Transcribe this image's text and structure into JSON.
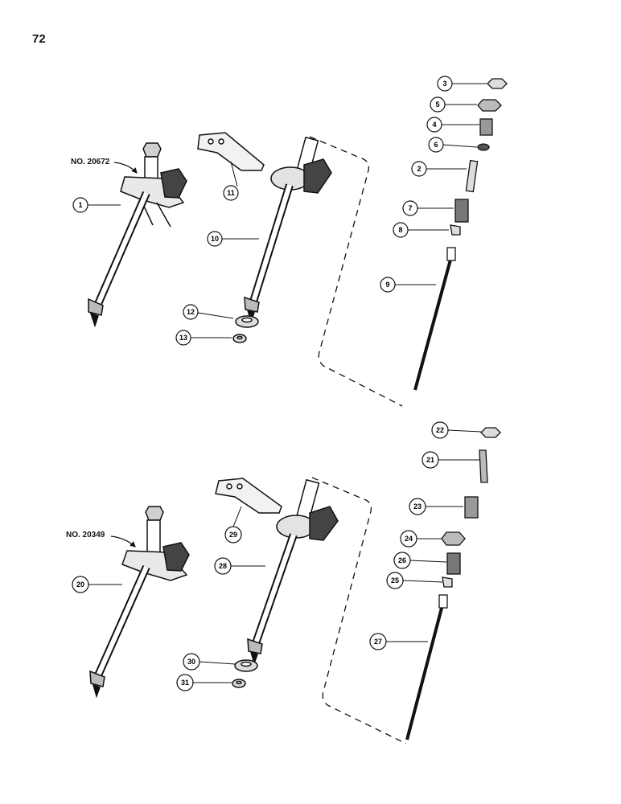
{
  "page_number": "72",
  "assemblies": [
    {
      "model_label": "NO. 20672",
      "callouts": [
        "1",
        "10",
        "11",
        "12",
        "13",
        "3",
        "5",
        "4",
        "6",
        "2",
        "7",
        "8",
        "9"
      ]
    },
    {
      "model_label": "NO. 20349",
      "callouts": [
        "20",
        "28",
        "29",
        "30",
        "31",
        "22",
        "21",
        "23",
        "24",
        "26",
        "25",
        "27"
      ]
    }
  ]
}
